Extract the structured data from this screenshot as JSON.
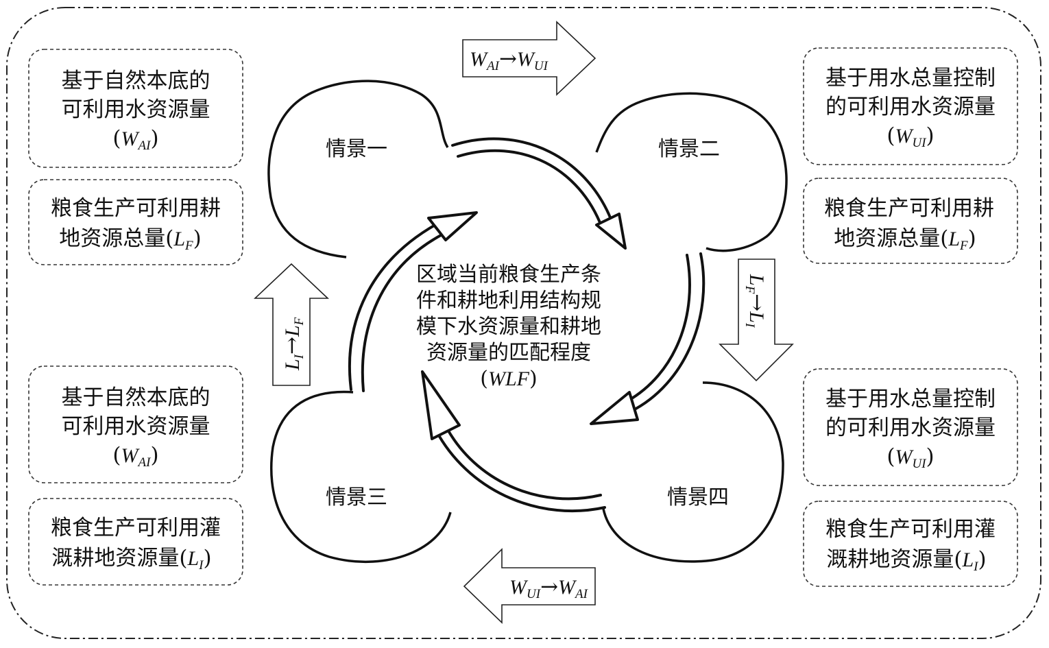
{
  "boxes": {
    "left_top_water": {
      "line1": "基于自然本底的",
      "line2": "可利用水资源量",
      "symbol": "W",
      "sub": "AI"
    },
    "left_top_land": {
      "line1": "粮食生产可利用耕",
      "line2": "地资源总量(",
      "symbol": "L",
      "sub": "F"
    },
    "left_bottom_water": {
      "line1": "基于自然本底的",
      "line2": "可利用水资源量",
      "symbol": "W",
      "sub": "AI"
    },
    "left_bottom_land": {
      "line1": "粮食生产可利用灌",
      "line2": "溉耕地资源量(",
      "symbol": "L",
      "sub": "I"
    },
    "right_top_water": {
      "line1": "基于用水总量控制",
      "line2": "的可利用水资源量",
      "symbol": "W",
      "sub": "UI"
    },
    "right_top_land": {
      "line1": "粮食生产可利用耕",
      "line2": "地资源总量(",
      "symbol": "L",
      "sub": "F"
    },
    "right_bottom_water": {
      "line1": "基于用水总量控制",
      "line2": "的可利用水资源量",
      "symbol": "W",
      "sub": "UI"
    },
    "right_bottom_land": {
      "line1": "粮食生产可利用灌",
      "line2": "溉耕地资源量(",
      "symbol": "L",
      "sub": "I"
    }
  },
  "scenarios": {
    "s1": "情景一",
    "s2": "情景二",
    "s3": "情景三",
    "s4": "情景四"
  },
  "center": {
    "line1": "区域当前粮食生产条",
    "line2": "件和耕地利用结构规",
    "line3": "模下水资源量和耕地",
    "line4": "资源量的匹配程度",
    "symbol": "WLF"
  },
  "transitions": {
    "top": {
      "from": "W",
      "from_sub": "AI",
      "arrow": "→",
      "to": "W",
      "to_sub": "UI"
    },
    "bottom": {
      "from": "W",
      "from_sub": "UI",
      "arrow": "→",
      "to": "W",
      "to_sub": "AI"
    },
    "left": {
      "from": "L",
      "from_sub": "I",
      "arrow": "→",
      "to": "L",
      "to_sub": "F"
    },
    "right": {
      "from": "L",
      "from_sub": "F",
      "arrow": "→",
      "to": "L",
      "to_sub": "I"
    }
  },
  "paren_open": "(",
  "paren_close": ")"
}
